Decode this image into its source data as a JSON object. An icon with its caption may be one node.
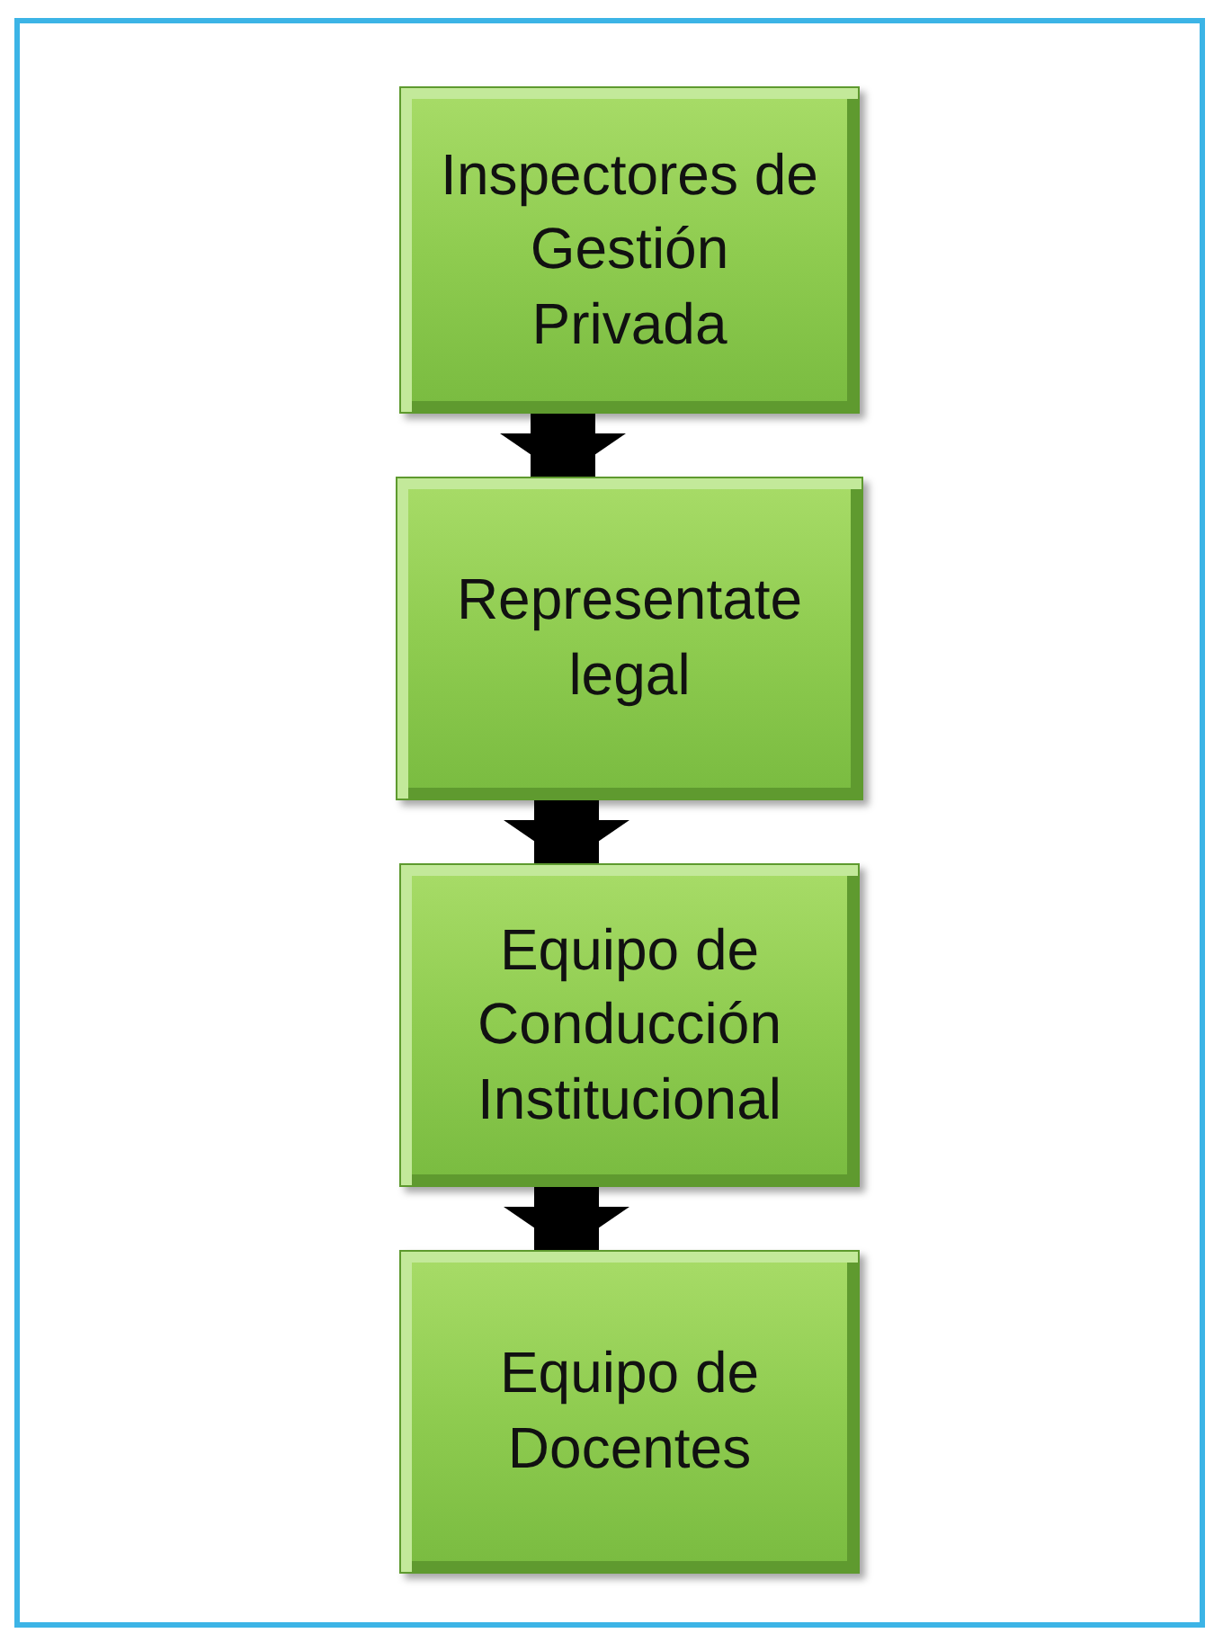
{
  "diagram": {
    "nodes": [
      {
        "text": [
          "Inspectores de Gestión Privada"
        ]
      },
      {
        "text": [
          "Representate legal"
        ]
      },
      {
        "text": [
          "Equipo de Conducción Institucional"
        ]
      },
      {
        "text": [
          "Equipo de Docentes"
        ]
      }
    ],
    "edges": [
      {
        "from": 0,
        "to": 1,
        "arrow": "to"
      },
      {
        "from": 1,
        "to": 2,
        "arrow": "to"
      },
      {
        "from": 2,
        "to": 3,
        "arrow": "to"
      }
    ]
  }
}
